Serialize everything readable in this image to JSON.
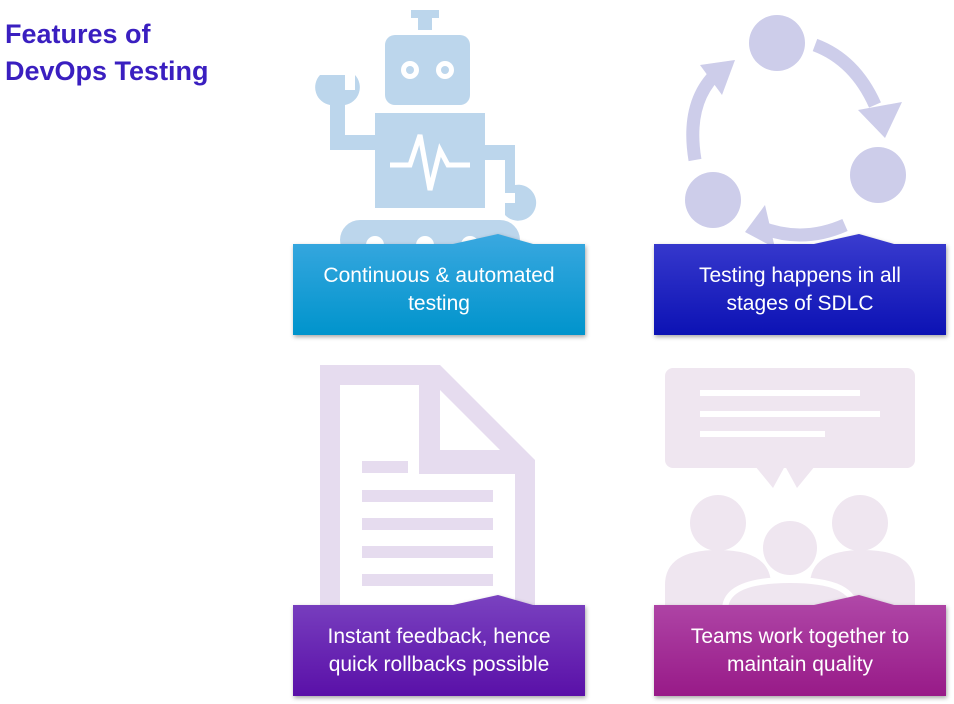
{
  "title_line1": "Features of",
  "title_line2": "DevOps Testing",
  "cards": [
    {
      "line1": "Continuous & automated",
      "line2": "testing",
      "icon": "robot-icon",
      "color_top": "#3aa8e0",
      "color_bottom": "#0094cc"
    },
    {
      "line1": "Testing happens in all",
      "line2": "stages of SDLC",
      "icon": "cycle-icon",
      "color_top": "#3a3ccf",
      "color_bottom": "#0c12b4"
    },
    {
      "line1": "Instant feedback, hence",
      "line2": "quick rollbacks possible",
      "icon": "document-icon",
      "color_top": "#7a42c0",
      "color_bottom": "#5a10a8"
    },
    {
      "line1": "Teams work together to",
      "line2": "maintain quality",
      "icon": "team-chat-icon",
      "color_top": "#b048a8",
      "color_bottom": "#981a88"
    }
  ]
}
